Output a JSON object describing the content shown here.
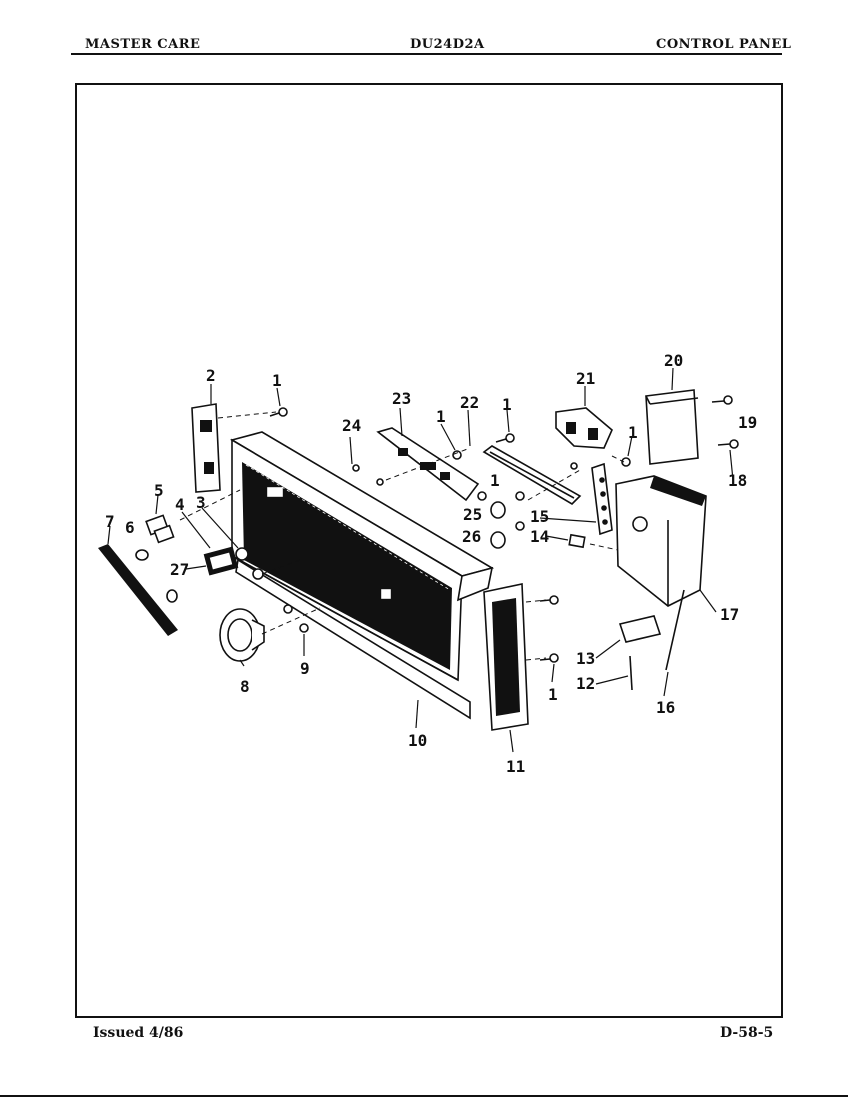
{
  "header": {
    "left": "MASTER CARE",
    "center": "DU24D2A",
    "right": "CONTROL PANEL"
  },
  "footer": {
    "issued": "Issued 4/86",
    "page": "D-58-5"
  },
  "callouts": [
    "1",
    "2",
    "3",
    "4",
    "5",
    "6",
    "7",
    "27",
    "8",
    "9",
    "10",
    "11",
    "24",
    "23",
    "1",
    "22",
    "1",
    "25",
    "1",
    "26",
    "15",
    "14",
    "21",
    "1",
    "20",
    "19",
    "18",
    "17",
    "13",
    "12",
    "16",
    "1"
  ]
}
